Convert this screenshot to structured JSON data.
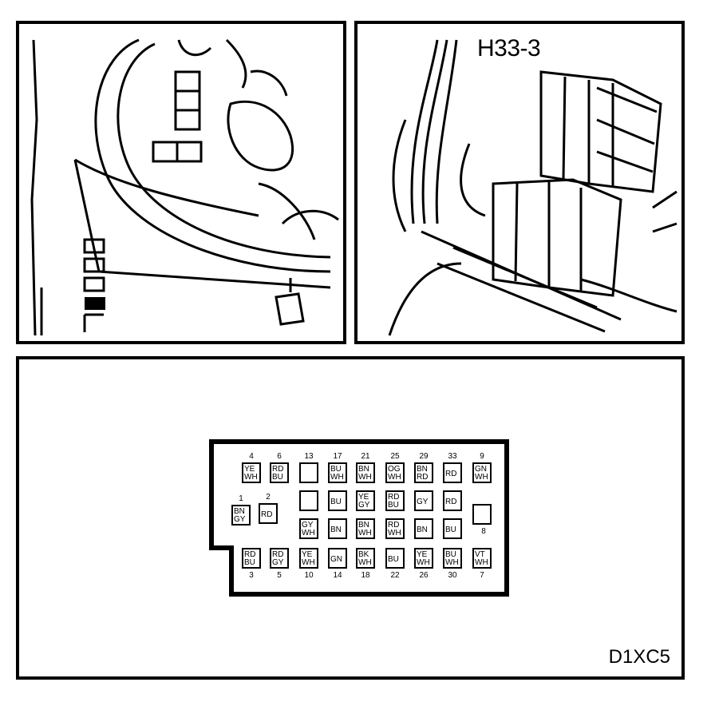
{
  "callout": "H33-3",
  "diagram_code": "D1XC5",
  "connector": {
    "pins": [
      {
        "num": "4",
        "label": [
          "YE",
          "WH"
        ]
      },
      {
        "num": "6",
        "label": [
          "RD",
          "BU"
        ]
      },
      {
        "num": "13",
        "label": []
      },
      {
        "num": "17",
        "label": [
          "BU",
          "WH"
        ]
      },
      {
        "num": "21",
        "label": [
          "BN",
          "WH"
        ]
      },
      {
        "num": "25",
        "label": [
          "OG",
          "WH"
        ]
      },
      {
        "num": "29",
        "label": [
          "BN",
          "RD"
        ]
      },
      {
        "num": "33",
        "label": [
          "RD"
        ]
      },
      {
        "num": "9",
        "label": [
          "GN",
          "WH"
        ]
      },
      {
        "num": "1",
        "label": [
          "BN",
          "GY"
        ]
      },
      {
        "num": "2",
        "label": [
          "RD"
        ]
      },
      {
        "num": "",
        "label": []
      },
      {
        "num": "",
        "label": [
          "BU"
        ]
      },
      {
        "num": "",
        "label": [
          "YE",
          "GY"
        ]
      },
      {
        "num": "",
        "label": [
          "RD",
          "BU"
        ]
      },
      {
        "num": "",
        "label": [
          "GY"
        ]
      },
      {
        "num": "",
        "label": [
          "RD"
        ]
      },
      {
        "num": "8",
        "label": []
      },
      {
        "num": "",
        "label": [
          "GY",
          "WH"
        ]
      },
      {
        "num": "",
        "label": [
          "BN"
        ]
      },
      {
        "num": "",
        "label": [
          "BN",
          "WH"
        ]
      },
      {
        "num": "",
        "label": [
          "RD",
          "WH"
        ]
      },
      {
        "num": "",
        "label": [
          "BN"
        ]
      },
      {
        "num": "",
        "label": [
          "BU"
        ]
      },
      {
        "num": "3",
        "label": [
          "RD",
          "BU"
        ]
      },
      {
        "num": "5",
        "label": [
          "RD",
          "GY"
        ]
      },
      {
        "num": "10",
        "label": [
          "YE",
          "WH"
        ]
      },
      {
        "num": "14",
        "label": [
          "GN"
        ]
      },
      {
        "num": "18",
        "label": [
          "BK",
          "WH"
        ]
      },
      {
        "num": "22",
        "label": [
          "BU"
        ]
      },
      {
        "num": "26",
        "label": [
          "YE",
          "WH"
        ]
      },
      {
        "num": "30",
        "label": [
          "BU",
          "WH"
        ]
      },
      {
        "num": "7",
        "label": [
          "VT",
          "WH"
        ]
      }
    ]
  }
}
